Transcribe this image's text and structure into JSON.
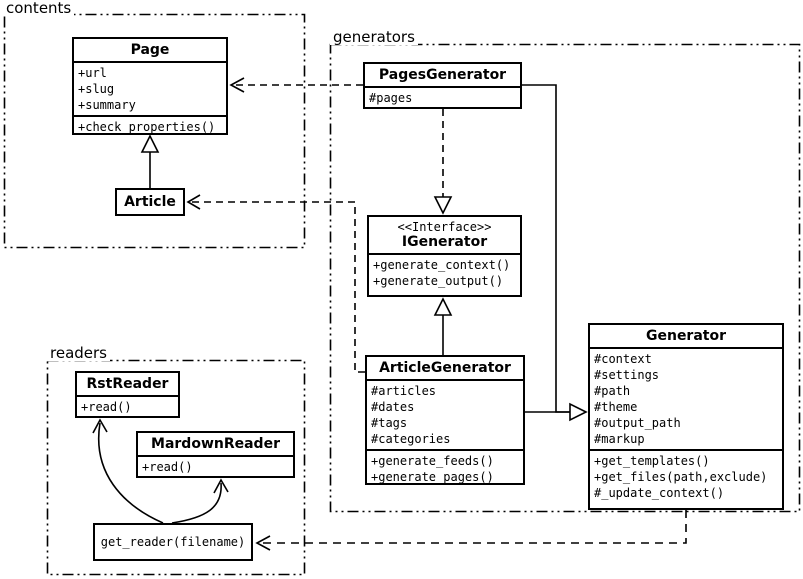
{
  "packages": {
    "contents": "contents",
    "generators": "generators",
    "readers": "readers"
  },
  "classes": {
    "page": {
      "name": "Page",
      "attrs": [
        "+url",
        "+slug",
        "+summary"
      ],
      "methods": [
        "+check_properties()"
      ]
    },
    "article": {
      "name": "Article"
    },
    "pagesGenerator": {
      "name": "PagesGenerator",
      "attrs": [
        "#pages"
      ]
    },
    "iGenerator": {
      "stereotype": "<<Interface>>",
      "name": "IGenerator",
      "methods": [
        "+generate_context()",
        "+generate_output()"
      ]
    },
    "articleGenerator": {
      "name": "ArticleGenerator",
      "attrs": [
        "#articles",
        "#dates",
        "#tags",
        "#categories"
      ],
      "methods": [
        "+generate_feeds()",
        "+generate_pages()"
      ]
    },
    "generator": {
      "name": "Generator",
      "attrs": [
        "#context",
        "#settings",
        "#path",
        "#theme",
        "#output_path",
        "#markup"
      ],
      "methods": [
        "+get_templates()",
        "+get_files(path,exclude)",
        "#_update_context()"
      ]
    },
    "rstReader": {
      "name": "RstReader",
      "methods": [
        "+read()"
      ]
    },
    "mardownReader": {
      "name": "MardownReader",
      "methods": [
        "+read()"
      ]
    },
    "getReader": {
      "name": "get_reader(filename)"
    }
  }
}
